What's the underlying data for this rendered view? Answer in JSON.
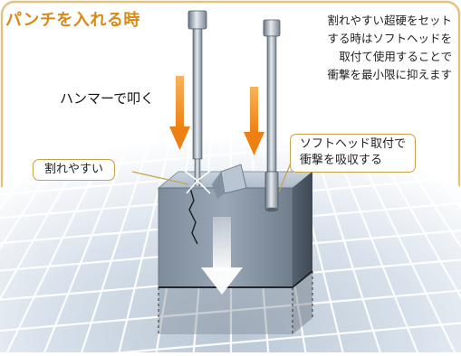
{
  "title": "パンチを入れる時",
  "note_lines": [
    "割れやすい超硬をセット",
    "する時はソフトヘッドを",
    "取付て使用することで",
    "衝撃を最小限に抑えます"
  ],
  "hammer_label": "ハンマーで叩く",
  "callout_left": "割れやすい",
  "callout_right_lines": [
    "ソフトヘッド取付で",
    "衝撃を吸収する"
  ],
  "colors": {
    "accent": "#d98a16",
    "arrow": "#f0901e",
    "callout_border": "#c8a24a",
    "block": "#8a98a8",
    "grid_bg": "#d9e2ec"
  }
}
